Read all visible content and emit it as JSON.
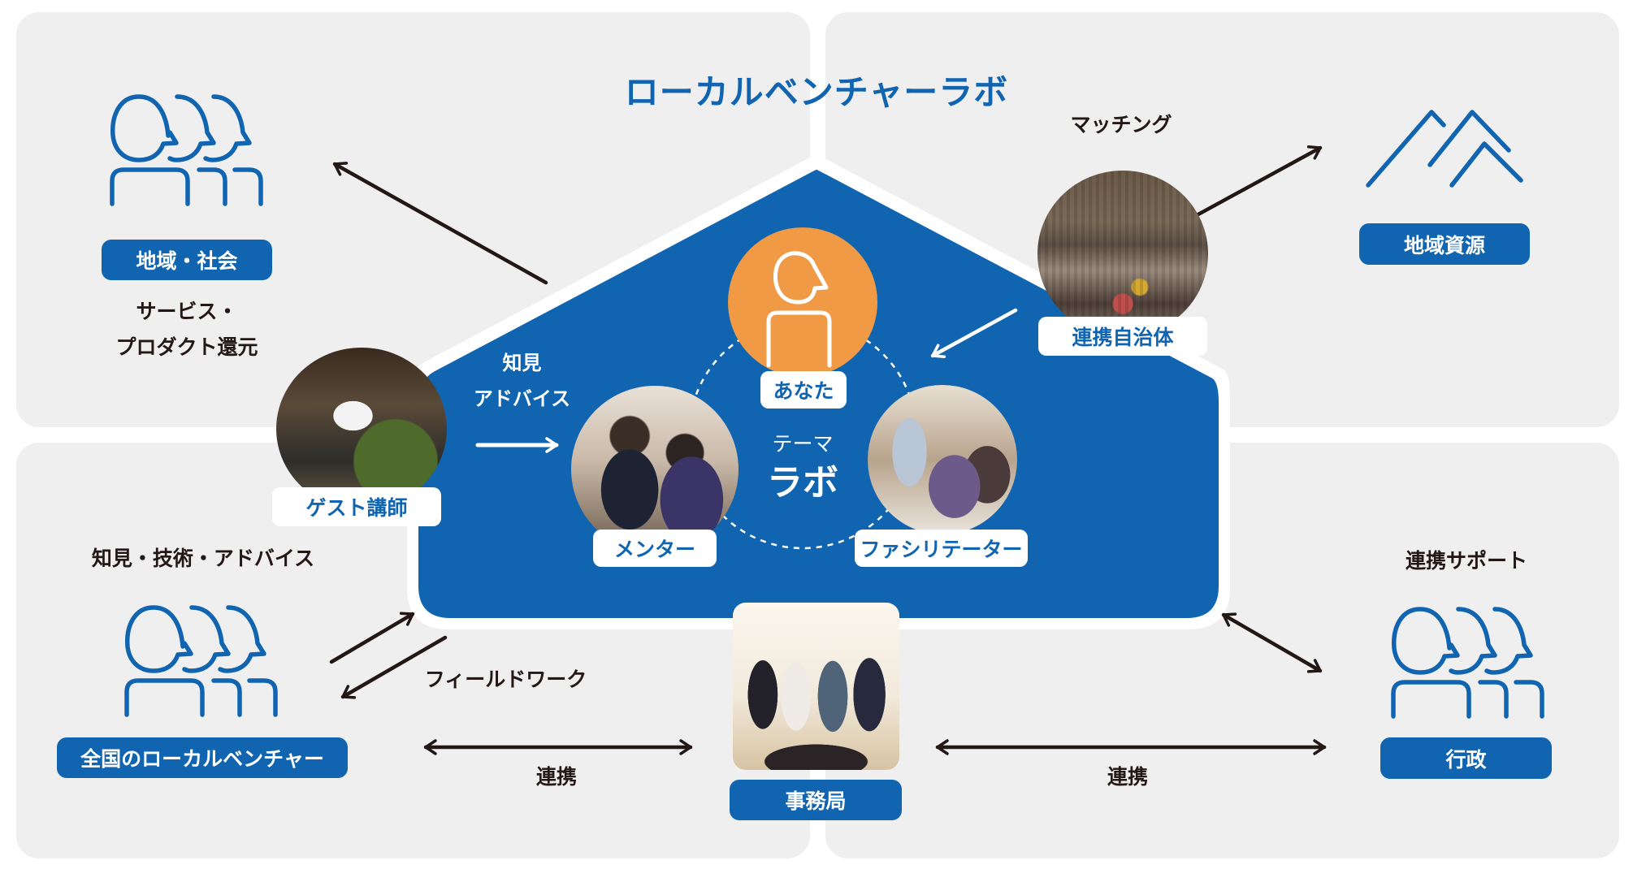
{
  "title": "ローカルベンチャーラボ",
  "colors": {
    "brand_blue": "#1165b0",
    "accent_orange": "#f09a46",
    "panel_gray": "#efeff0",
    "text_dark": "#231815"
  },
  "top_left": {
    "icon": "people-group-icon",
    "label": "地域・社会",
    "caption_lines": [
      "サービス・",
      "プロダクト還元"
    ]
  },
  "top_right": {
    "icon": "mountains-icon",
    "label": "地域資源",
    "caption": "マッチング"
  },
  "bottom_left": {
    "icon": "people-group-icon",
    "label": "全国のローカルベンチャー",
    "caption": "知見・技術・アドバイス",
    "arrow_caption": "フィールドワーク"
  },
  "bottom_right": {
    "icon": "people-group-icon",
    "label": "行政",
    "caption": "連携サポート"
  },
  "house": {
    "center_small": "テーマ",
    "center_large": "ラボ",
    "advice_lines": [
      "知見",
      "アドバイス"
    ],
    "you": {
      "label": "あなた",
      "icon": "person-icon"
    },
    "mentor": {
      "label": "メンター",
      "photo": "mentor-photo"
    },
    "facilitator": {
      "label": "ファシリテーター",
      "photo": "facilitator-photo"
    },
    "guest": {
      "label": "ゲスト講師",
      "photo": "guest-lecturer-photo"
    },
    "municipality": {
      "label": "連携自治体",
      "photo": "municipality-photo"
    }
  },
  "secretariat": {
    "label": "事務局",
    "photo": "secretariat-photo"
  },
  "links": {
    "left_cooperation": "連携",
    "right_cooperation": "連携"
  }
}
